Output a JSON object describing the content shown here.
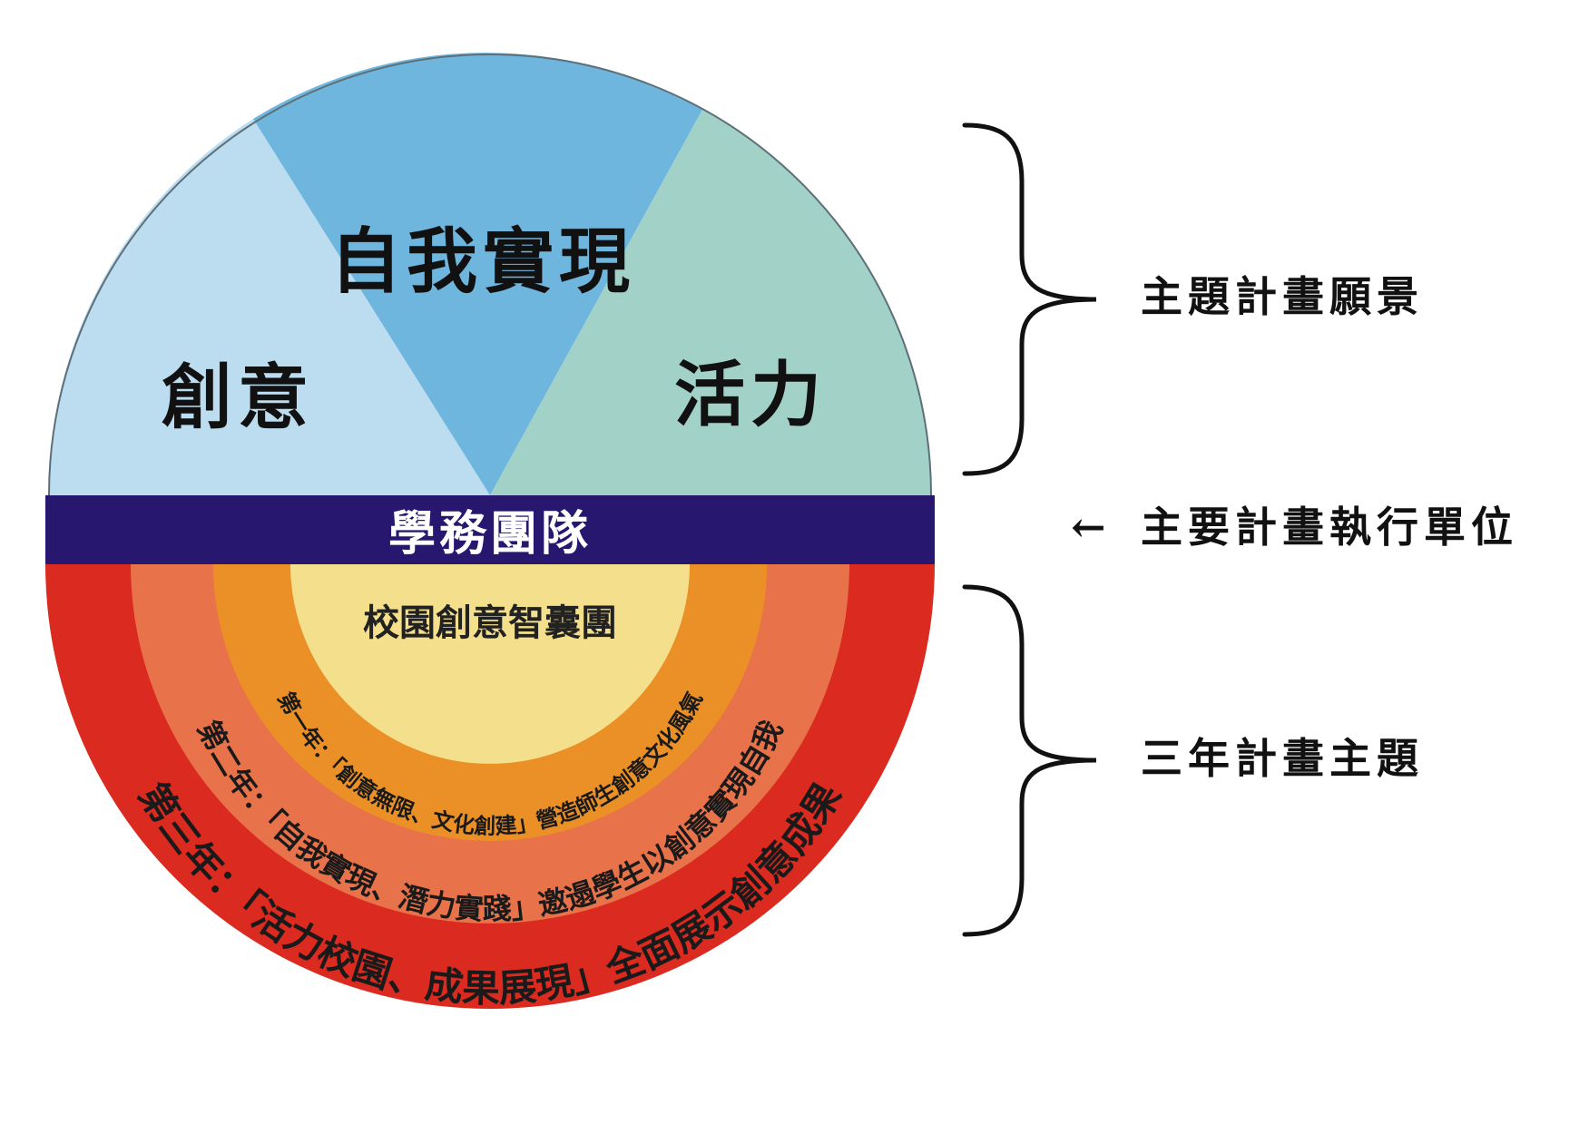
{
  "vision": {
    "segments": [
      {
        "label": "創意",
        "color": "#bcdcf0"
      },
      {
        "label": "自我實現",
        "color": "#6fb6df"
      },
      {
        "label": "活力",
        "color": "#a2d1c7"
      }
    ]
  },
  "band": {
    "label": "學務團隊",
    "color": "#27176f"
  },
  "core": {
    "label": "校園創意智囊團",
    "color": "#f4e08c"
  },
  "rings": [
    {
      "text": "第一年：「創意無限、文化創建」營造師生創意文化風氣",
      "color": "#eb9027"
    },
    {
      "text": "第二年：「自我實現、潛力實踐」邀遢學生以創意實現自我",
      "color": "#e8724a"
    },
    {
      "text": "第三年：「活力校園、成果展現」全面展示創意成果",
      "color": "#db2a1f"
    }
  ],
  "side": {
    "vision_label": "主題計畫願景",
    "unit_arrow": "←",
    "unit_label": "主要計畫執行單位",
    "themes_label": "三年計畫主題"
  }
}
